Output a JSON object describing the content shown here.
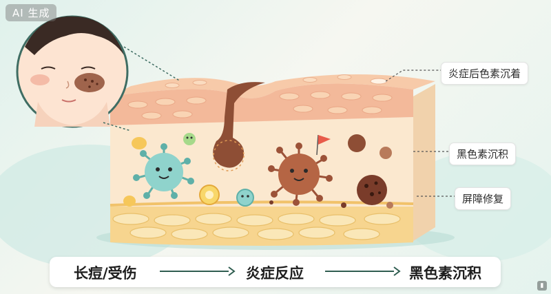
{
  "badge": {
    "text": "AI 生成"
  },
  "labels": {
    "post_inflammatory": "炎症后色素沉着",
    "melanin_deposit": "黑色素沉积",
    "barrier_repair": "屏障修复"
  },
  "flow": {
    "step1": "长痘/受伤",
    "step2": "炎症反应",
    "step3": "黑色素沉积"
  },
  "icons": {
    "arrow": "arrow-right-icon",
    "corner": "video-icon"
  },
  "colors": {
    "skin_top": "#f3c3a3",
    "skin_mid": "#fbe6cc",
    "fat_layer": "#f7d58f",
    "melanin": "#8b4a34",
    "teal_microbe": "#7ec8c2",
    "arrow": "#2f5d50"
  }
}
